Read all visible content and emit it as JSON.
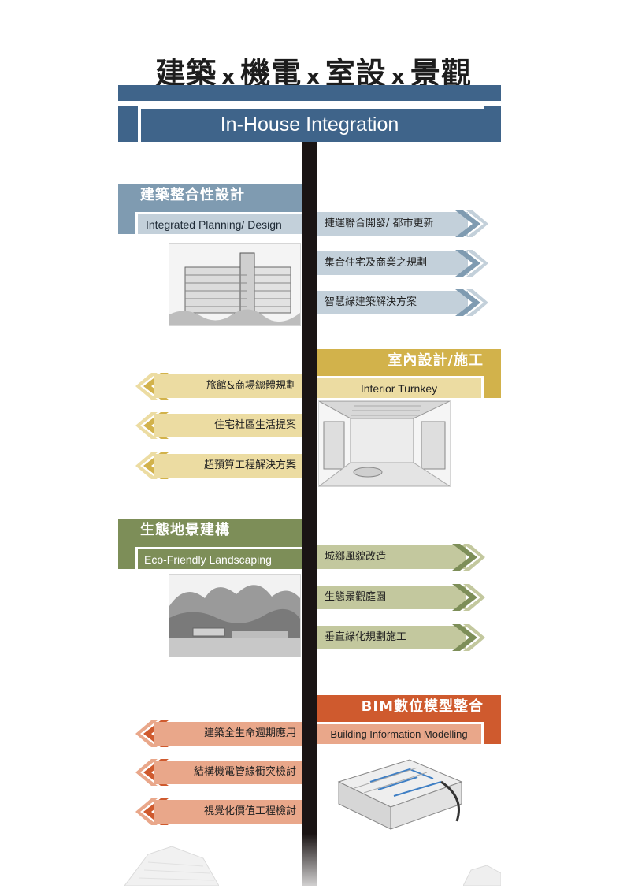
{
  "title": {
    "part1": "建築",
    "x": "x",
    "part2": "機電",
    "part3": "室設",
    "part4": "景觀"
  },
  "banner": "In-House Integration",
  "colors": {
    "blue": "#3f648a",
    "slate": "#7f9bb1",
    "slate_light": "#c3d0da",
    "gold": "#d2b24b",
    "gold_light": "#ecdca2",
    "green": "#7d8e58",
    "green_light": "#c3c89e",
    "orange": "#cf5a2e",
    "orange_light": "#e9a78a"
  },
  "sections": {
    "planning": {
      "title_cn": "建築整合性設計",
      "title_en": "Integrated Planning/ Design",
      "items": [
        "捷運聯合開發/ 都市更新",
        "集合住宅及商業之規劃",
        "智慧綠建築解決方案"
      ],
      "image_icon": "building-sketch-icon"
    },
    "interior": {
      "title_cn": "室內設計/施工",
      "title_en": "Interior Turnkey",
      "items": [
        "旅館&商場總體規劃",
        "住宅社區生活提案",
        "超預算工程解決方案"
      ],
      "image_icon": "interior-sketch-icon"
    },
    "landscape": {
      "title_cn": "生態地景建構",
      "title_en": "Eco-Friendly Landscaping",
      "items": [
        "城鄉風貌改造",
        "生態景觀庭園",
        "垂直綠化規劃施工"
      ],
      "image_icon": "landscape-sketch-icon"
    },
    "bim": {
      "title_cn": "BIM數位模型整合",
      "title_en": "Building Information Modelling",
      "items": [
        "建築全生命週期應用",
        "結構機電管線衝突檢討",
        "視覺化價值工程檢討"
      ],
      "image_icon": "bim-model-icon"
    }
  }
}
